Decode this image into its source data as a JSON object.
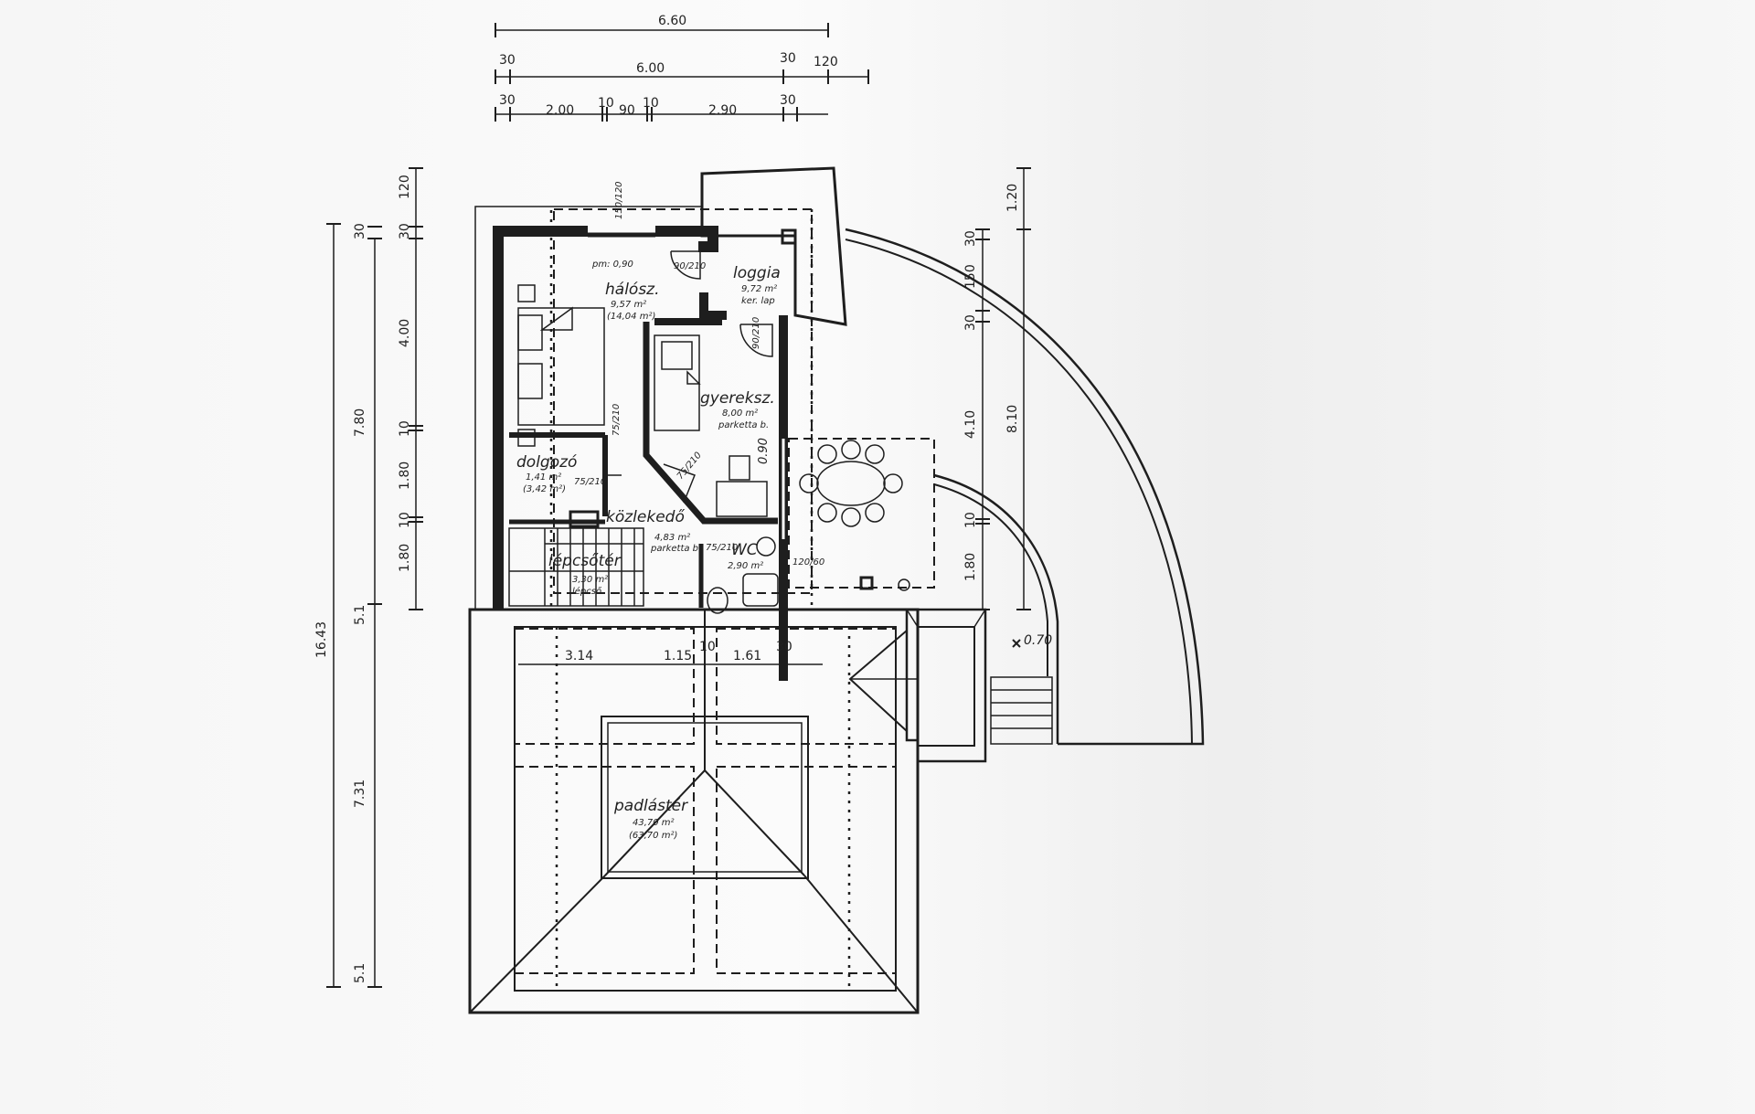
{
  "drawing": {
    "top_dimensions": {
      "row1": {
        "total": "6.60"
      },
      "row2": {
        "left": "30",
        "main": "6.00",
        "right": "30",
        "extra": "120"
      },
      "row3": {
        "a": "30",
        "b": "2.00",
        "c": "10",
        "d": "90",
        "e": "10",
        "f": "2.90",
        "g": "30"
      }
    },
    "left_dimensions": {
      "overall": "16.43",
      "middle": {
        "top": "30",
        "upper": "7.80",
        "mid": "5.1",
        "lower": "7.31",
        "bottom": "5.1"
      },
      "inner": {
        "a": "120",
        "b": "30",
        "c": "4.00",
        "d": "10",
        "e": "1.80",
        "f": "10",
        "g": "1.80"
      }
    },
    "right_dimensions": {
      "inner": {
        "a": "30",
        "b": "150",
        "c": "30",
        "d": "4.10",
        "e": "10",
        "f": "1.80"
      },
      "outer": {
        "a": "1.20",
        "b": "8.10"
      },
      "offset": "0.70"
    },
    "roof_dimensions": {
      "a": "3.14",
      "b": "1.15",
      "c": "10",
      "d": "1.61",
      "e": "30"
    },
    "rooms": {
      "halosz": {
        "name": "hálósz.",
        "area": "9,57 m²",
        "area2": "(14,04 m²)",
        "note": "pm: 0,90"
      },
      "loggia": {
        "name": "loggia",
        "area": "9,72 m²",
        "floor": "ker. lap"
      },
      "gyereksz": {
        "name": "gyereksz.",
        "area": "8,00 m²",
        "floor": "parketta b."
      },
      "dolgozo": {
        "name": "dolgozó",
        "area": "1,41 m²",
        "area2": "(3,42 m²)"
      },
      "kozlekedo": {
        "name": "közlekedő",
        "area": "4,83 m²",
        "floor": "parketta b."
      },
      "lepcsoter": {
        "name": "lépcsőtér",
        "area": "3,30 m²",
        "floor": "lépcső"
      },
      "wc": {
        "name": "WC",
        "area": "2,90 m²"
      },
      "padlaster": {
        "name": "padlástér",
        "area": "43,70 m²",
        "area2": "(63,70 m²)"
      }
    },
    "openings": {
      "window_top": "150/120",
      "door_loggia": "90/210",
      "door_loggia2": "90/210",
      "door_halo": "75/210",
      "door_dolgozo": "75/210",
      "door_gyerek": "75/210",
      "door_wc": "75/210",
      "window_wc": "120/60",
      "window_gyerek": "0.90"
    }
  }
}
